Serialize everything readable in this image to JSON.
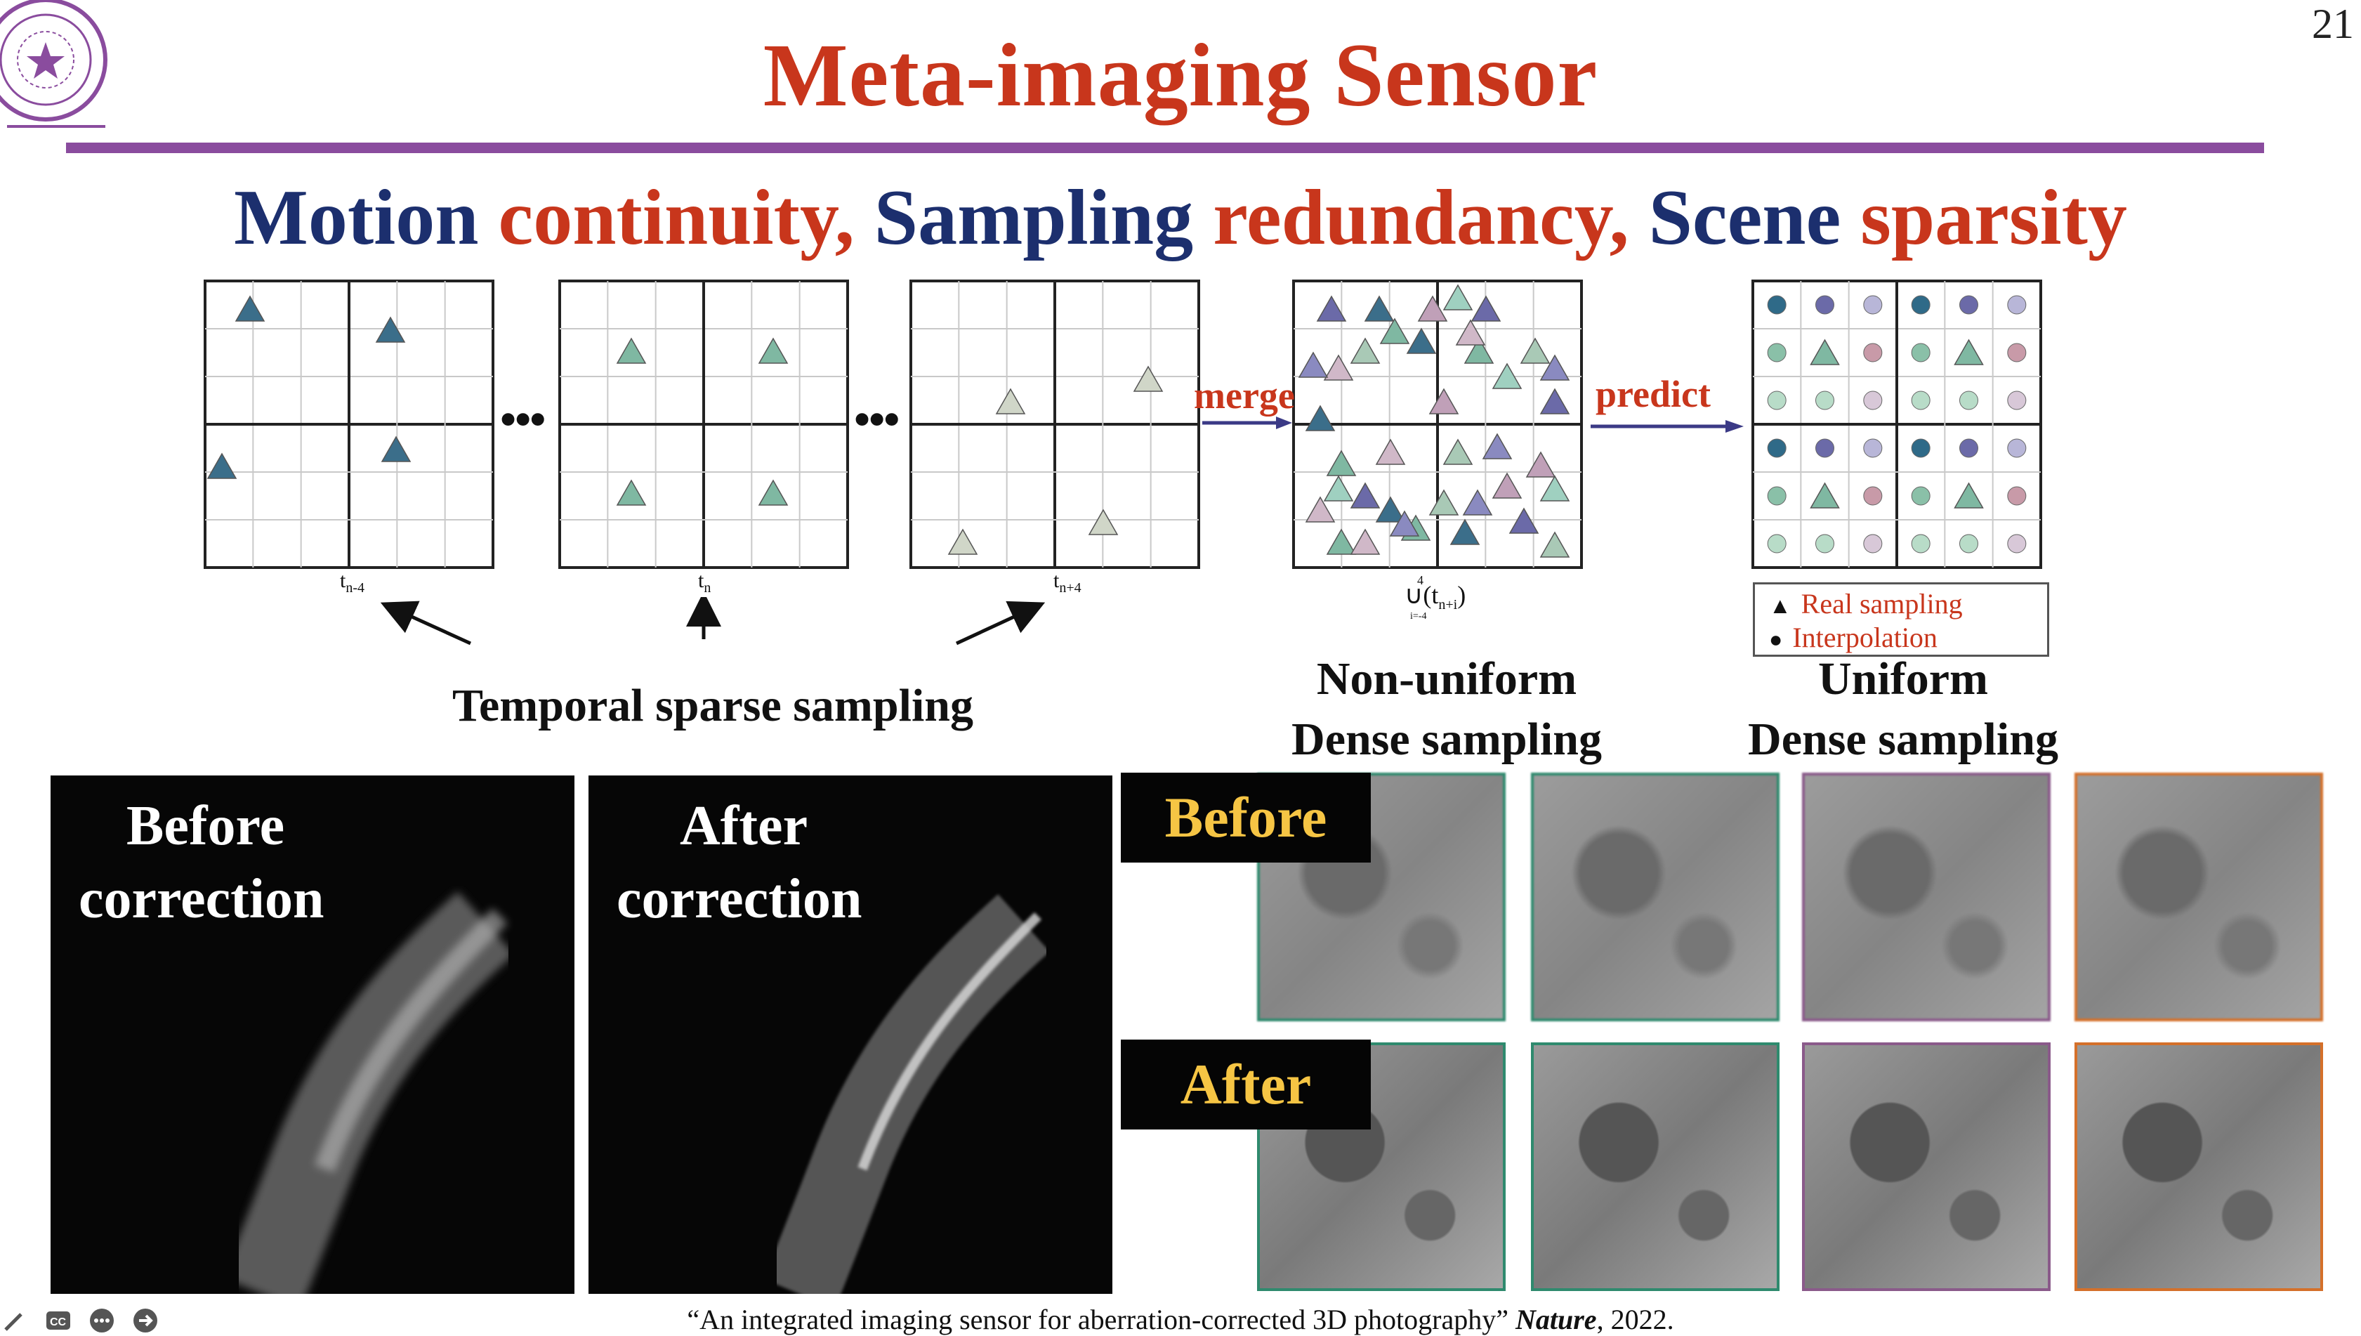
{
  "slide": {
    "title": "Meta-imaging Sensor",
    "page_number": "21",
    "headline": {
      "parts": [
        {
          "text": "Motion ",
          "color": "#1c2f6e"
        },
        {
          "text": "continuity, ",
          "color": "#c8361c"
        },
        {
          "text": "Sampling ",
          "color": "#1c2f6e"
        },
        {
          "text": "redundancy, ",
          "color": "#c8361c"
        },
        {
          "text": " Scene ",
          "color": "#1c2f6e"
        },
        {
          "text": "sparsity",
          "color": "#c8361c"
        }
      ]
    }
  },
  "diagram": {
    "time_labels": [
      "t",
      "t",
      "t"
    ],
    "time_subscripts": [
      "n-4",
      "n",
      "n+4"
    ],
    "ellipsis": [
      "•••",
      "•••"
    ],
    "merge_label": "merge",
    "predict_label": "predict",
    "union_label": "∪(t",
    "union_sub": "n+i",
    "union_sup": "4",
    "union_under": "i=-4",
    "legend": {
      "real": "Real sampling",
      "interp": "Interpolation"
    },
    "captions": {
      "temporal": "Temporal sparse sampling",
      "nonuniform_1": "Non-uniform",
      "nonuniform_2": "Dense sampling",
      "uniform_1": "Uniform",
      "uniform_2": "Dense sampling"
    }
  },
  "figures": {
    "before_correction_1": "Before",
    "before_correction_2": "correction",
    "after_correction_1": "After",
    "after_correction_2": "correction",
    "before_badge": "Before",
    "after_badge": "After"
  },
  "citation": {
    "quote": "“An integrated imaging sensor for aberration-corrected 3D photography”",
    "journal": "Nature",
    "year": ", 2022."
  },
  "colors": {
    "title_red": "#c8361c",
    "navy": "#1c2f6e",
    "rule_purple": "#8a4c9e",
    "badge_yellow": "#f6c544"
  }
}
